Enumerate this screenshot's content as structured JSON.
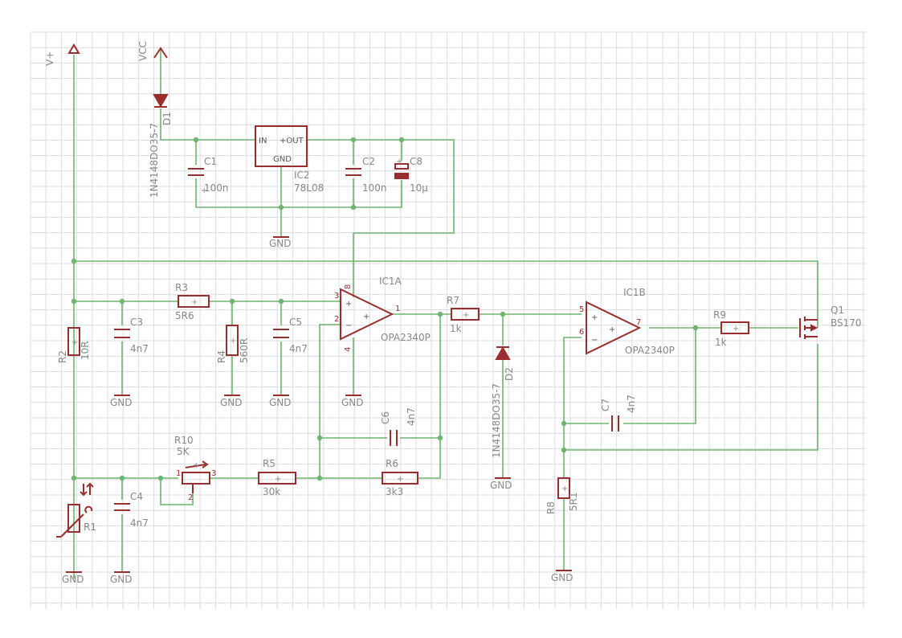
{
  "supplies": {
    "vplus": "V+",
    "vcc": "VCC"
  },
  "gnd_label": "GND",
  "opamp_pins": {
    "in": "IN",
    "out": "+OUT",
    "gnd": "GND"
  },
  "components": {
    "D1": {
      "name": "D1",
      "value": "1N4148DO35-7"
    },
    "D2": {
      "name": "D2",
      "value": "1N4148DO35-7"
    },
    "IC2": {
      "name": "IC2",
      "value": "78L08"
    },
    "C1": {
      "name": "C1",
      "value": "100n"
    },
    "C2": {
      "name": "C2",
      "value": "100n"
    },
    "C8": {
      "name": "C8",
      "value": "10µ"
    },
    "C3": {
      "name": "C3",
      "value": "4n7"
    },
    "C4": {
      "name": "C4",
      "value": "4n7"
    },
    "C5": {
      "name": "C5",
      "value": "4n7"
    },
    "C6": {
      "name": "C6",
      "value": "4n7"
    },
    "C7": {
      "name": "C7",
      "value": "4n7"
    },
    "R1": {
      "name": "R1"
    },
    "R2": {
      "name": "R2",
      "value": "10R"
    },
    "R3": {
      "name": "R3",
      "value": "5R6"
    },
    "R4": {
      "name": "R4",
      "value": "560R"
    },
    "R5": {
      "name": "R5",
      "value": "30k"
    },
    "R6": {
      "name": "R6",
      "value": "3k3"
    },
    "R7": {
      "name": "R7",
      "value": "1k"
    },
    "R8": {
      "name": "R8",
      "value": "5R1"
    },
    "R9": {
      "name": "R9",
      "value": "1k"
    },
    "R10": {
      "name": "R10",
      "value": "5K"
    },
    "IC1A": {
      "name": "IC1A",
      "value": "OPA2340P"
    },
    "IC1B": {
      "name": "IC1B",
      "value": "OPA2340P"
    },
    "Q1": {
      "name": "Q1",
      "value": "BS170"
    }
  },
  "pin_numbers": {
    "ic1a_in_plus": "3",
    "ic1a_in_minus": "2",
    "ic1a_out": "1",
    "ic1a_vpos": "8",
    "ic1a_vneg": "4",
    "ic1b_in_plus": "5",
    "ic1b_in_minus": "6",
    "ic1b_out": "7",
    "r10_p1": "1",
    "r10_p2": "2",
    "r10_p3": "3"
  }
}
